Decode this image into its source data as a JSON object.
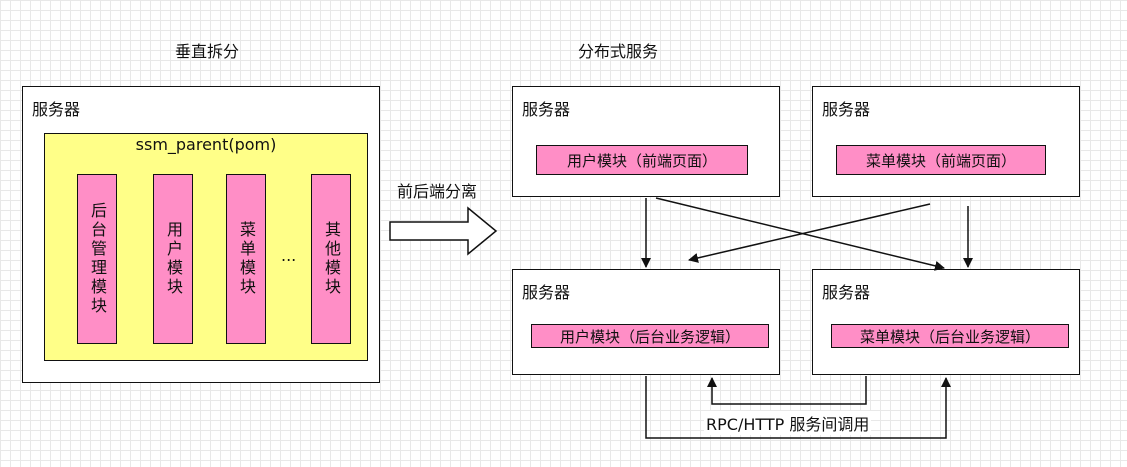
{
  "left": {
    "title": "垂直拆分",
    "server_label": "服务器",
    "pom_label": "ssm_parent(pom)",
    "modules": [
      "后台管理模块",
      "用户模块",
      "菜单模块",
      "其他模块"
    ],
    "ellipsis": "..."
  },
  "split_arrow_label": "前后端分离",
  "right": {
    "title": "分布式服务",
    "servers": [
      {
        "label": "服务器",
        "module": "用户模块（前端页面）"
      },
      {
        "label": "服务器",
        "module": "菜单模块（前端页面）"
      },
      {
        "label": "服务器",
        "module": "用户模块（后台业务逻辑）"
      },
      {
        "label": "服务器",
        "module": "菜单模块（后台业务逻辑）"
      }
    ],
    "rpc_label": "RPC/HTTP 服务间调用"
  },
  "colors": {
    "module_fill": "#ff8ec6",
    "container_fill": "#ffff88",
    "stroke": "#111111"
  }
}
